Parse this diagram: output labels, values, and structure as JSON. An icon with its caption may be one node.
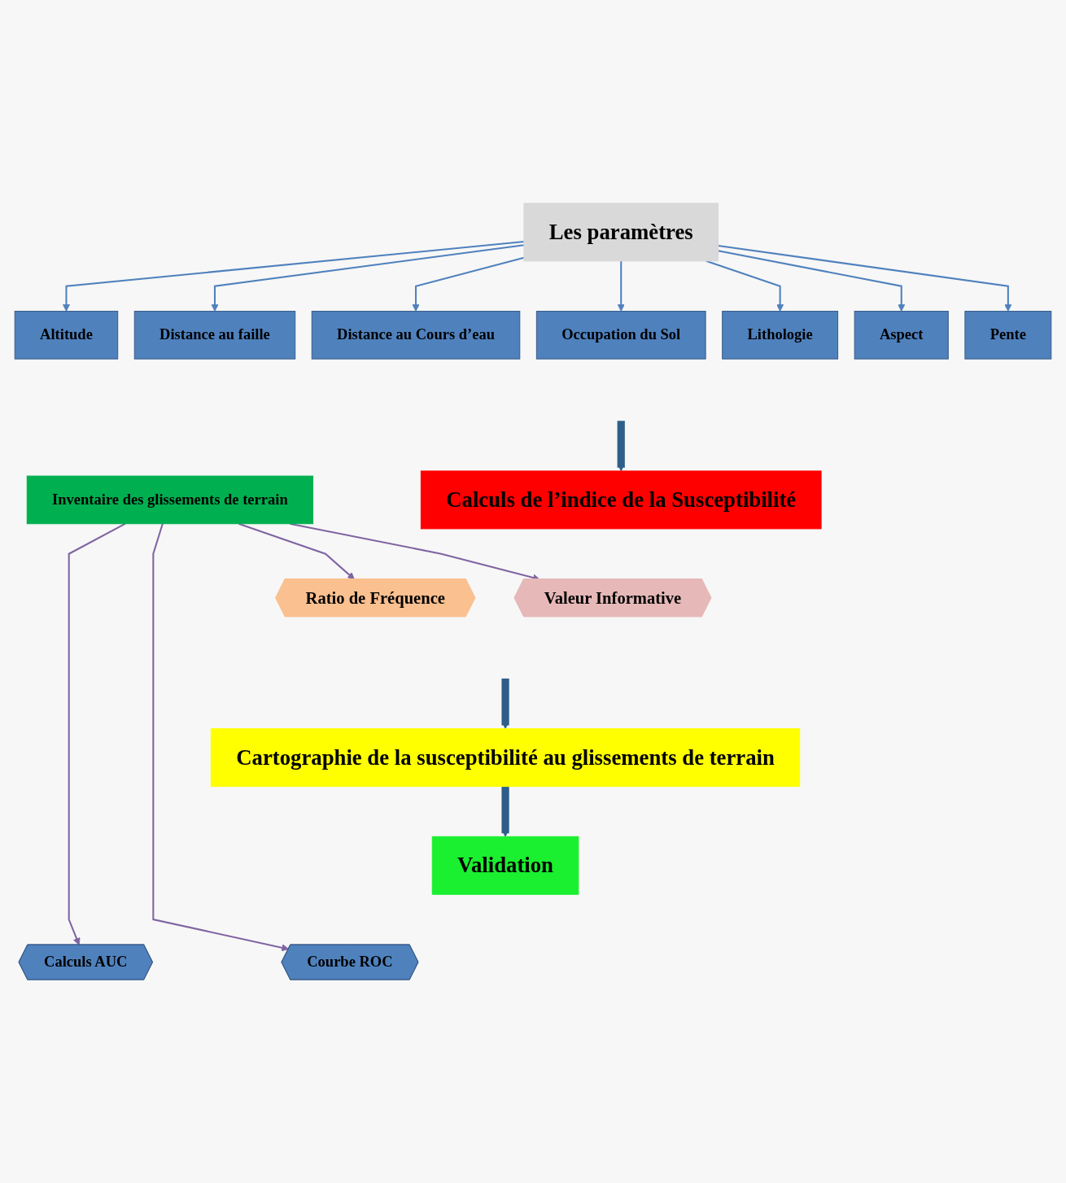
{
  "diagram": {
    "nodes": [
      {
        "text": [
          "Les paramètres"
        ]
      },
      {
        "text": [
          "Pente"
        ]
      },
      {
        "text": [
          "Aspect"
        ]
      },
      {
        "text": [
          "Lithologie"
        ]
      },
      {
        "text": [
          "Occupation du Sol"
        ]
      },
      {
        "text": [
          "Distance au Cours d’eau"
        ]
      },
      {
        "text": [
          "Distance au faille"
        ]
      },
      {
        "text": [
          "Altitude"
        ]
      },
      {
        "text": [
          "Inventaire des glissements de terrain"
        ]
      },
      {
        "text": [
          "Calculs de l’indice de la Susceptibilité"
        ]
      },
      {
        "text": [
          "Valeur Informative"
        ]
      },
      {
        "text": [
          "Ratio de Fréquence"
        ]
      },
      {
        "text": [
          "Cartographie de la susceptibilité au glissements de terrain"
        ]
      },
      {
        "text": [
          "Validation"
        ]
      },
      {
        "text": [
          "Courbe ROC"
        ]
      },
      {
        "text": [
          "Calculs AUC"
        ]
      }
    ],
    "edges": [
      {
        "from": 0,
        "to": 1,
        "arrow": "to"
      },
      {
        "from": 0,
        "to": 2,
        "arrow": "to"
      },
      {
        "from": 0,
        "to": 3,
        "arrow": "to"
      },
      {
        "from": 0,
        "to": 4,
        "arrow": "to"
      },
      {
        "from": 0,
        "to": 5,
        "arrow": "to"
      },
      {
        "from": 0,
        "to": 6,
        "arrow": "to"
      },
      {
        "from": 0,
        "to": 7,
        "arrow": "to"
      },
      {
        "from": null,
        "to": 9,
        "arrow": "to",
        "style": "thick",
        "color": "#2e5f8a"
      },
      {
        "from": 8,
        "to": 10,
        "arrow": "to",
        "color": "#8064a2"
      },
      {
        "from": 8,
        "to": 11,
        "arrow": "to",
        "color": "#8064a2"
      },
      {
        "from": null,
        "to": 12,
        "arrow": "to",
        "style": "thick",
        "color": "#2e5f8a"
      },
      {
        "from": 12,
        "to": 13,
        "arrow": "to",
        "style": "thick",
        "color": "#2e5f8a"
      },
      {
        "from": 8,
        "to": 14,
        "arrow": "to",
        "color": "#8064a2"
      },
      {
        "from": 8,
        "to": 15,
        "arrow": "to",
        "color": "#8064a2"
      }
    ]
  }
}
